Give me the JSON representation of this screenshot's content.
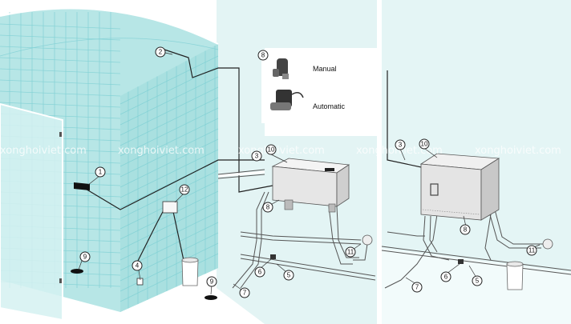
{
  "watermark": "xonghoiviet.com",
  "valve_legend": {
    "callout": "8",
    "manual_label": "Manual",
    "automatic_label": "Automatic"
  },
  "callouts": {
    "c1": "1",
    "c2": "2",
    "c3": "3",
    "c4": "4",
    "c5": "5",
    "c6": "6",
    "c7": "7",
    "c8": "8",
    "c9": "9",
    "c10": "10",
    "c11": "11",
    "c12": "12"
  },
  "colors": {
    "glass": "#b7e6e6",
    "glass_dark": "#9fdcdc",
    "tile_line": "#7fd0d4",
    "wall_right": "#dff2f2",
    "generator_body": "#e8e8e8",
    "pipe": "#555555"
  }
}
